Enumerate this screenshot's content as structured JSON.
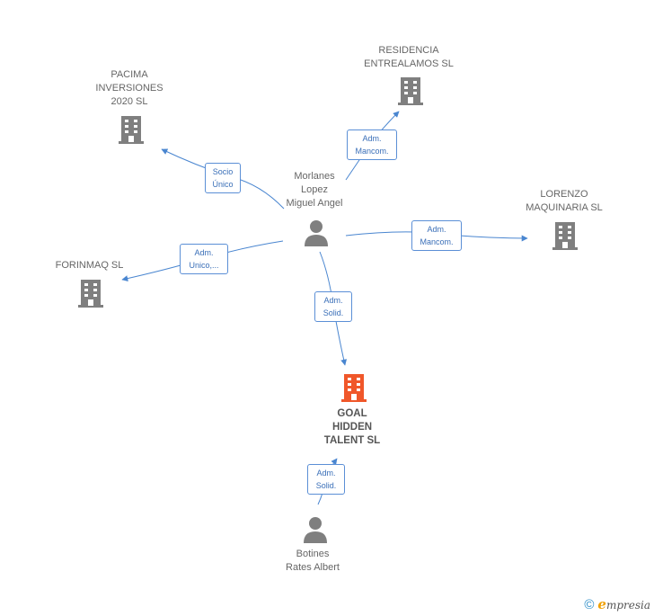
{
  "colors": {
    "edge": "#4a86d0",
    "company_icon": "#7f7f7f",
    "focus_icon": "#f0572a",
    "person_icon": "#7f7f7f"
  },
  "nodes": {
    "pacima": {
      "label": "PACIMA\nINVERSIONES\n2020  SL",
      "icon": "building-icon"
    },
    "residencia": {
      "label": "RESIDENCIA\nENTREALAMOS SL",
      "icon": "building-icon"
    },
    "lorenzo": {
      "label": "LORENZO\nMAQUINARIA SL",
      "icon": "building-icon"
    },
    "forinmaq": {
      "label": "FORINMAQ SL",
      "icon": "building-icon"
    },
    "goal": {
      "label": "GOAL\nHIDDEN\nTALENT  SL",
      "icon": "building-icon"
    },
    "morlanes": {
      "label": "Morlanes\nLopez\nMiguel Angel",
      "icon": "person-icon"
    },
    "botines": {
      "label": "Botines\nRates Albert",
      "icon": "person-icon"
    }
  },
  "edges": {
    "to_pacima": "Socio\nÚnico",
    "to_residencia": "Adm.\nMancom.",
    "to_lorenzo": "Adm.\nMancom.",
    "to_forinmaq": "Adm.\nUnico,...",
    "to_goal_morlanes": "Adm.\nSolid.",
    "to_goal_botines": "Adm.\nSolid."
  },
  "footer": {
    "copyright_symbol": "©",
    "brand_initial": "e",
    "brand_rest": "mpresia"
  }
}
